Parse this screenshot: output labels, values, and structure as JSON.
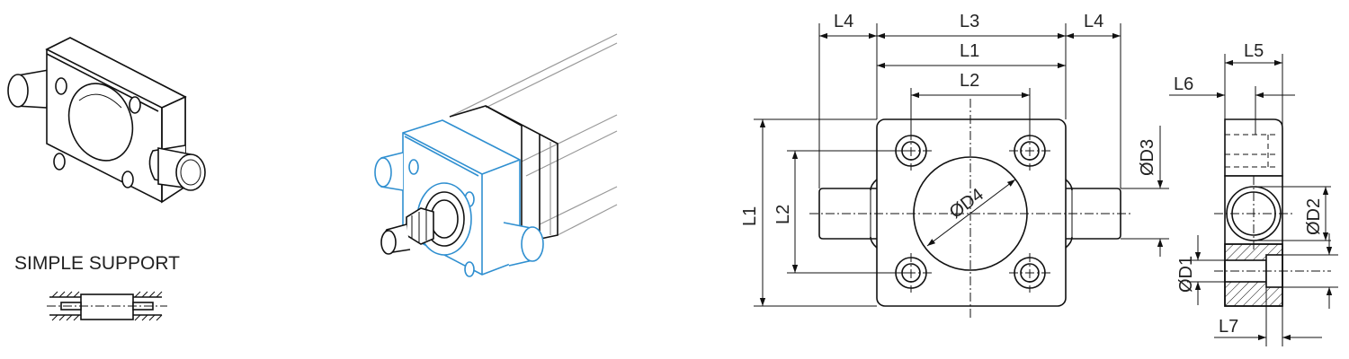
{
  "caption": "SIMPLE SUPPORT",
  "dimensions": {
    "L1": "L1",
    "L2": "L2",
    "L3": "L3",
    "L4": "L4",
    "L5": "L5",
    "L6": "L6",
    "L7": "L7",
    "D1": "ØD1",
    "D2": "ØD2",
    "D3": "ØD3",
    "D4": "ØD4"
  },
  "colors": {
    "highlight": "#2f8fd0",
    "line": "#111111"
  }
}
